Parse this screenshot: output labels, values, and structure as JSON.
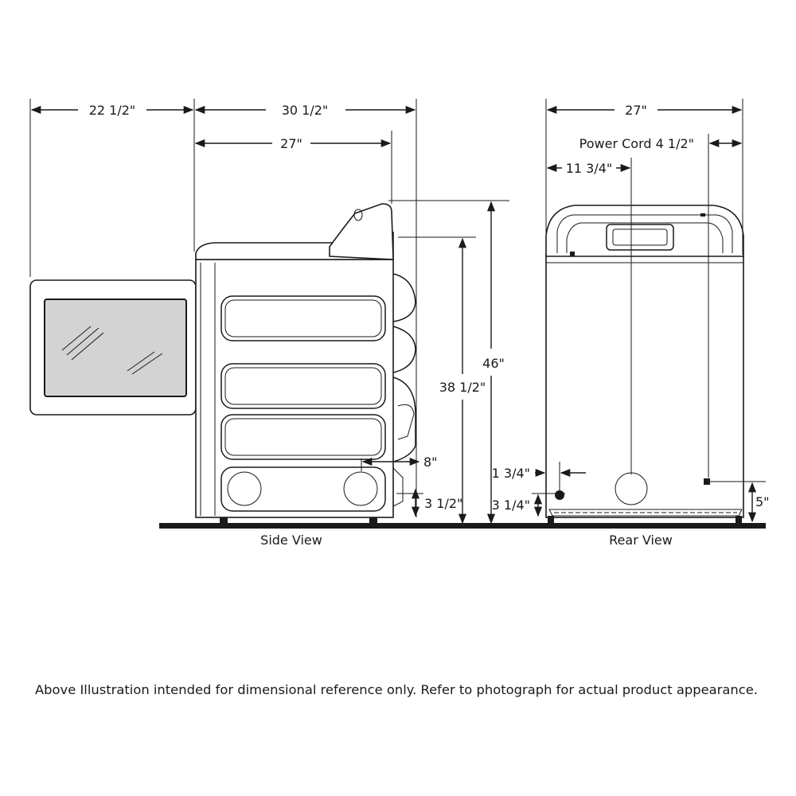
{
  "views": {
    "side": {
      "caption": "Side View",
      "dims": {
        "door_depth": "22 1/2\"",
        "overall_depth": "30 1/2\"",
        "cabinet_depth": "27\"",
        "overall_height": "46\"",
        "cabinet_height": "38 1/2\"",
        "vent_offset": "8\"",
        "vent_height": "3 1/2\""
      }
    },
    "rear": {
      "caption": "Rear View",
      "dims": {
        "width": "27\"",
        "power_cord": "Power Cord 4 1/2\"",
        "vent_from_side": "11 3/4\"",
        "gas_from_side": "1 3/4\"",
        "gas_height": "3 1/4\"",
        "cord_height": "5\""
      }
    }
  },
  "footnote": "Above Illustration intended for dimensional reference only. Refer to photograph for actual product appearance."
}
